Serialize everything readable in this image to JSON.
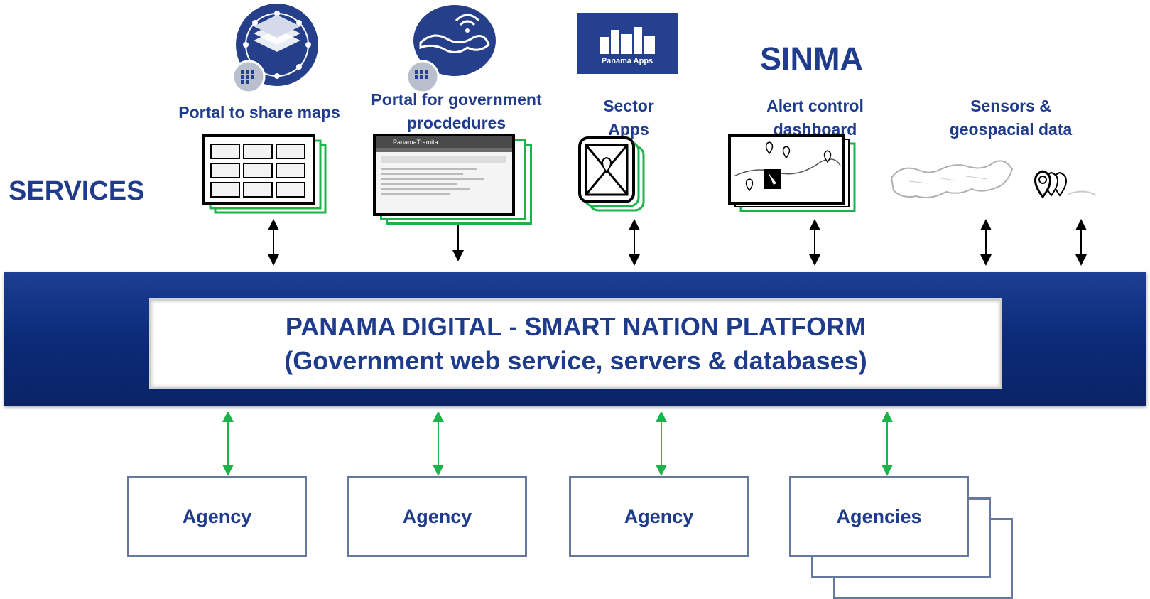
{
  "services_label": "SERVICES",
  "sinma_label": "SINMA",
  "services": [
    {
      "label": "Portal to share maps"
    },
    {
      "label_line1": "Portal for government",
      "label_line2": "procdedures"
    },
    {
      "label_line1": "Sector",
      "label_line2": "Apps"
    },
    {
      "label_line1": "Alert control",
      "label_line2": "dashboard"
    },
    {
      "label_line1": "Sensors &",
      "label_line2": "geospacial data"
    }
  ],
  "panama_apps_logo_text": "Panamá Apps",
  "tramita_header": "PanamaTramita",
  "platform": {
    "title": "PANAMA DIGITAL - SMART NATION PLATFORM",
    "subtitle": "(Government web service, servers & databases)"
  },
  "agencies": [
    "Agency",
    "Agency",
    "Agency",
    "Agencies"
  ],
  "colors": {
    "brand_blue": "#1f3c8c",
    "platform_blue": "#0b2a78",
    "green_arrow": "#1db34a",
    "window_green": "#1db34a"
  },
  "icons": [
    "map-layers-icon",
    "panama-wifi-icon",
    "panama-apps-logo",
    "map-grid-icon",
    "web-portal-screenshot",
    "phone-map-icon",
    "alert-map-icon",
    "panama-map-outline",
    "location-pins-icon"
  ]
}
